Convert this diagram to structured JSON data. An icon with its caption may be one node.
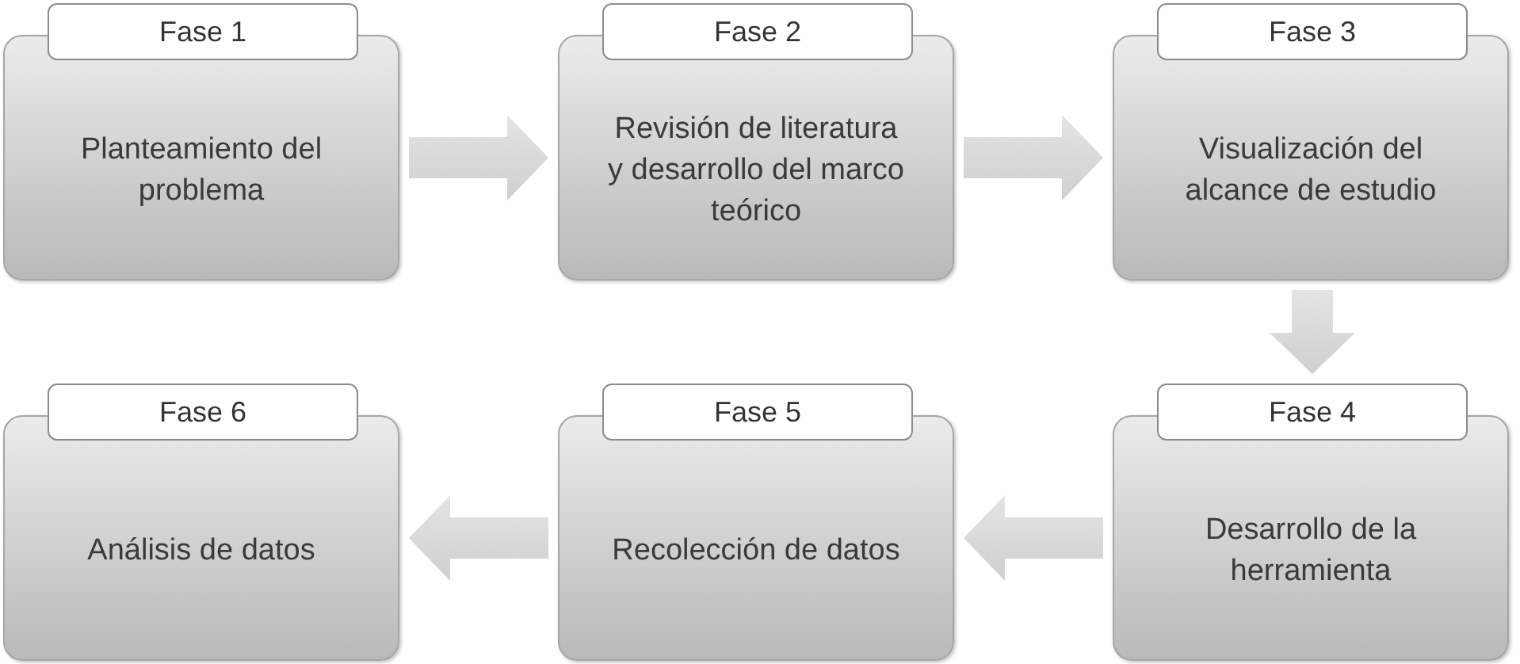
{
  "diagram": {
    "nodes": [
      {
        "text": [
          "Fase 1"
        ]
      },
      {
        "text": [
          "Planteamiento del problema"
        ]
      },
      {
        "text": [
          "Fase 2"
        ]
      },
      {
        "text": [
          "Revisión de literatura y desarrollo del marco teórico"
        ]
      },
      {
        "text": [
          "Fase 3"
        ]
      },
      {
        "text": [
          "Visualización del alcance de estudio"
        ]
      },
      {
        "text": [
          "Fase 4"
        ]
      },
      {
        "text": [
          "Desarrollo de la herramienta"
        ]
      },
      {
        "text": [
          "Fase 5"
        ]
      },
      {
        "text": [
          "Recolección de datos"
        ]
      },
      {
        "text": [
          "Fase 6"
        ]
      },
      {
        "text": [
          "Análisis de datos"
        ]
      }
    ],
    "edges": [
      {
        "from": 1,
        "to": 3,
        "arrow": "to"
      },
      {
        "from": 3,
        "to": 5,
        "arrow": "to"
      },
      {
        "from": 5,
        "to": 6,
        "arrow": "to"
      },
      {
        "from": 7,
        "to": 9,
        "arrow": "to"
      },
      {
        "from": 9,
        "to": 11,
        "arrow": "to"
      }
    ]
  }
}
